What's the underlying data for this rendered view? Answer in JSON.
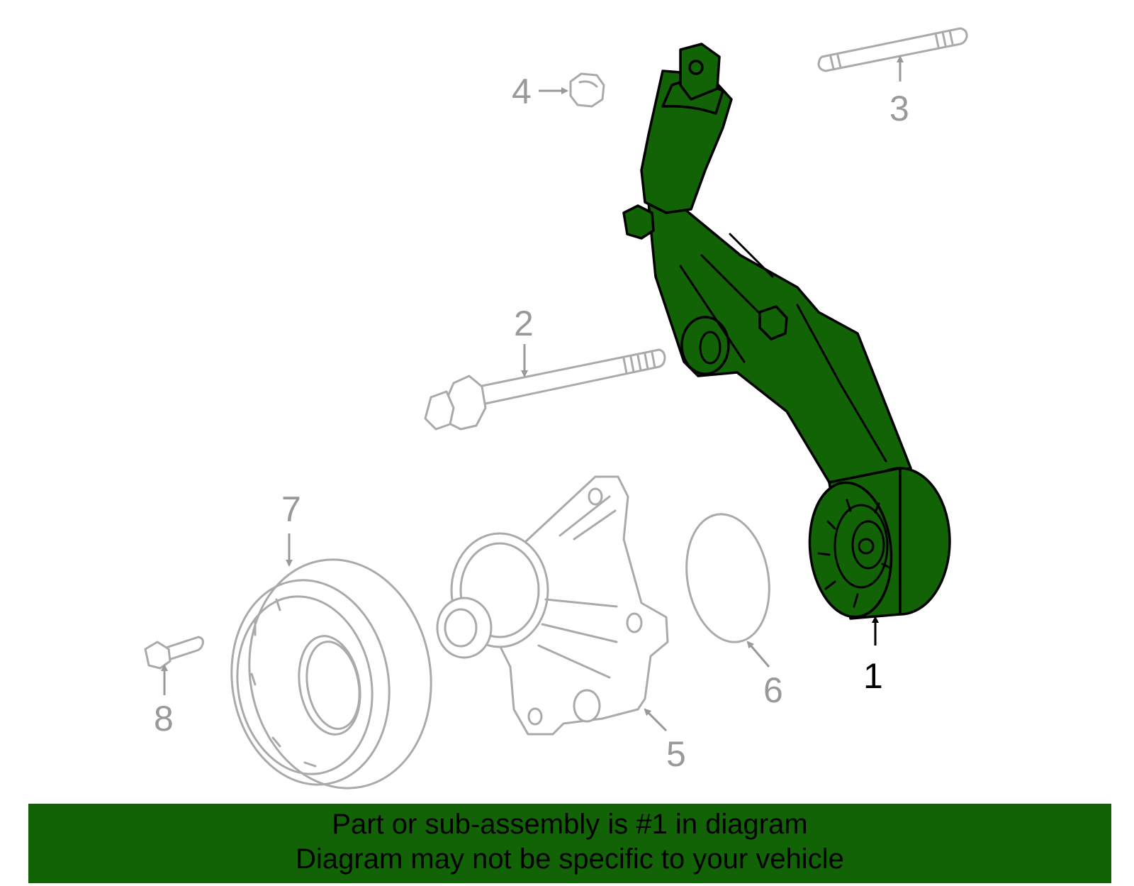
{
  "colors": {
    "highlight_fill": "#116306",
    "highlight_outline": "#000000",
    "part_outline": "#aaaaaa",
    "callout_text": "#999999",
    "banner_background": "#116306"
  },
  "callouts": [
    {
      "number": "1",
      "highlighted": true
    },
    {
      "number": "2",
      "highlighted": false
    },
    {
      "number": "3",
      "highlighted": false
    },
    {
      "number": "4",
      "highlighted": false
    },
    {
      "number": "5",
      "highlighted": false
    },
    {
      "number": "6",
      "highlighted": false
    },
    {
      "number": "7",
      "highlighted": false
    },
    {
      "number": "8",
      "highlighted": false
    }
  ],
  "banner": {
    "line1": "Part or sub-assembly is #1 in diagram",
    "line2": "Diagram may not be specific to your vehicle"
  }
}
